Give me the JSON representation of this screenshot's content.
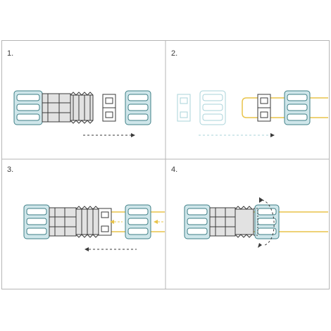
{
  "steps": [
    {
      "label": "1."
    },
    {
      "label": "2."
    },
    {
      "label": "3."
    },
    {
      "label": "4."
    }
  ],
  "colors": {
    "frame": "#b5b5b5",
    "teal_outline": "#3d7f86",
    "teal_fill": "#cfe6ea",
    "dark_line": "#3a3a3a",
    "grey_fill": "#e2e2e2",
    "pipe_yellow": "#e9c44a",
    "faded_teal": "#a9d3da",
    "faded_grey": "#c9c9c9",
    "arrow": "#3a3a3a"
  }
}
